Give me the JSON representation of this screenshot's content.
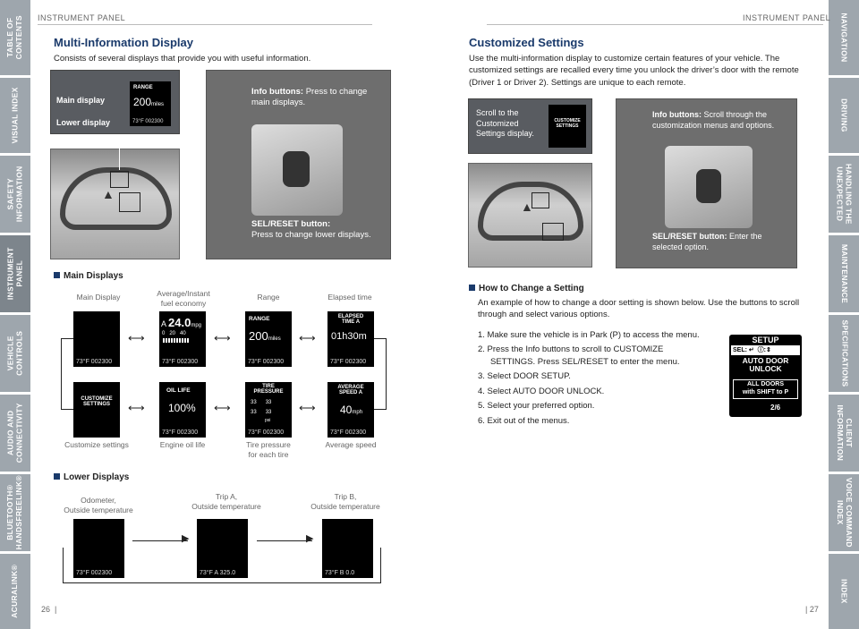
{
  "left": {
    "header": "INSTRUMENT PANEL",
    "title": "Multi-Information Display",
    "intro": "Consists of several displays that provide you with useful information.",
    "callout_main": "Main display",
    "callout_lower": "Lower display",
    "info_buttons_label": "Info buttons:",
    "info_buttons_text": "Press to change main displays.",
    "sel_label": "SEL/RESET button:",
    "sel_text": "Press to change lower displays.",
    "main_displays_heading": "Main Displays",
    "lower_displays_heading": "Lower Displays",
    "page_number": "26"
  },
  "right": {
    "header": "INSTRUMENT PANEL",
    "title": "Customized Settings",
    "intro": "Use the multi-information display to customize certain features of your vehicle. The customized settings are recalled every time you unlock the driver’s door with the remote (Driver 1 or Driver 2). Settings are unique to each remote.",
    "scroll_text": "Scroll to the Customized Settings display.",
    "info_buttons_label": "Info buttons:",
    "info_buttons_text": "Scroll through the customization menus and options.",
    "sel_label": "SEL/RESET button:",
    "sel_text": "Enter the selected option.",
    "how_heading": "How to Change a Setting",
    "how_intro": "An example of how to change a door setting is shown below. Use the buttons to scroll through and select various options.",
    "steps": [
      "1.  Make sure the vehicle is in Park (P) to access the menu.",
      "2.  Press the Info buttons to scroll to CUSTOMIZE SETTINGS. Press SEL/RESET to enter the menu.",
      "3.  Select DOOR SETUP.",
      "4.  Select AUTO DOOR UNLOCK.",
      "5.  Select your preferred option.",
      "6.  Exit out of the menus."
    ],
    "setup_title": "SETUP",
    "setup_sel": "SEL:",
    "setup_item1": "AUTO DOOR",
    "setup_item2": "UNLOCK",
    "setup_opt1": "ALL DOORS",
    "setup_opt2": "with SHIFT to P",
    "setup_page": "2/6",
    "page_number": "27"
  },
  "displays": {
    "labels": {
      "main": "Main Display",
      "avg": "Average/Instant\nfuel economy",
      "range": "Range",
      "elapsed": "Elapsed time",
      "customize": "Customize settings",
      "oil": "Engine oil life",
      "tire": "Tire pressure\nfor each tire",
      "avgspeed": "Average speed",
      "odo": "Odometer,\nOutside temperature",
      "tripa": "Trip A,\nOutside temperature",
      "tripb": "Trip B,\nOutside temperature"
    },
    "bottom": "73°F 002300",
    "range_title": "RANGE",
    "range_value": "200",
    "range_unit": "miles",
    "elapsed_title": "ELAPSED TIME A",
    "elapsed_value": "01h30m",
    "customize_title": "CUSTOMIZE SETTINGS",
    "oil_title": "OIL LIFE",
    "oil_value": "100%",
    "tire_title": "TIRE PRESSURE",
    "tire_value": "33",
    "tire_unit": "psi",
    "avgspeed_title": "AVERAGE SPEED A",
    "avgspeed_value": "40",
    "avgspeed_unit": "mph",
    "fuel_label": "A",
    "fuel_value": "24.0",
    "fuel_unit": "mpg",
    "fuel_scale": "0   20   40",
    "tripa_bottom": "73°F A 325.0",
    "tripb_bottom": "73°F B 0.0"
  },
  "left_tabs": [
    "TABLE OF\nCONTENTS",
    "VISUAL INDEX",
    "SAFETY\nINFORMATION",
    "INSTRUMENT\nPANEL",
    "VEHICLE\nCONTROLS",
    "AUDIO AND\nCONNECTIVITY",
    "BLUETOOTH®\nHANDSFREELINK®",
    "ACURALINK®"
  ],
  "right_tabs": [
    "NAVIGATION",
    "DRIVING",
    "HANDLING THE\nUNEXPECTED",
    "MAINTENANCE",
    "SPECIFICATIONS",
    "CLIENT\nINFORMATION",
    "VOICE COMMAND\nINDEX",
    "INDEX"
  ],
  "colors": {
    "title": "#1a3a6b",
    "tab": "#9ea6ad",
    "panel": "#595c61"
  }
}
